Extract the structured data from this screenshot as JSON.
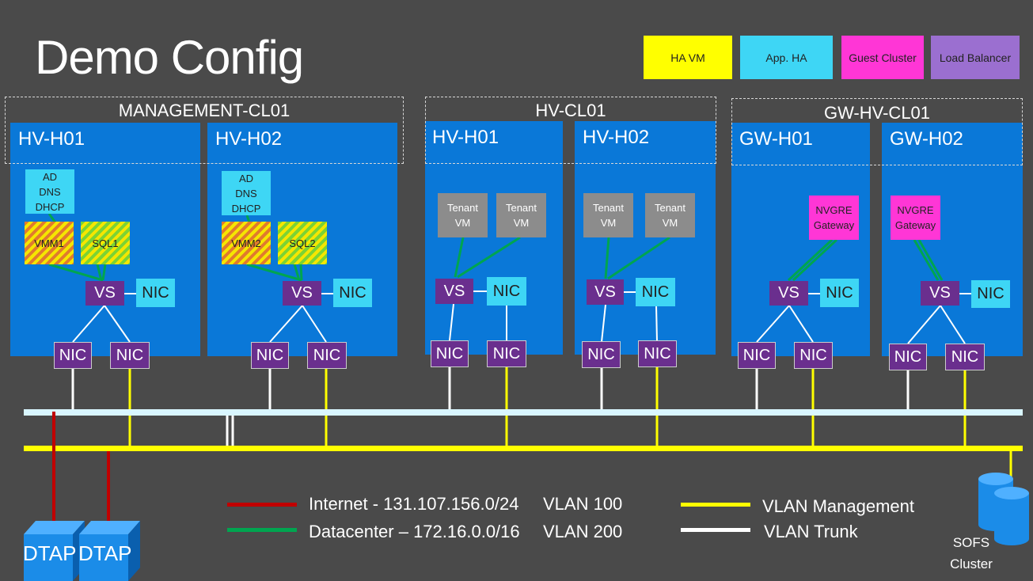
{
  "title": "Demo Config",
  "legend_boxes": [
    {
      "label": "HA VM",
      "color": "#ffff00"
    },
    {
      "label": "App. HA",
      "color": "#3ed6f5"
    },
    {
      "label": "Guest Cluster",
      "color": "#ff36d6"
    },
    {
      "label": "Load Balancer",
      "color": "#9b6fd0"
    }
  ],
  "clusters": [
    {
      "label": "MANAGEMENT-CL01"
    },
    {
      "label": "HV-CL01"
    },
    {
      "label": "GW-HV-CL01"
    }
  ],
  "hosts": [
    "HV-H01",
    "HV-H02",
    "HV-H01",
    "HV-H02",
    "GW-H01",
    "GW-H02"
  ],
  "services": {
    "ad_dns_dhcp": [
      "AD",
      "DNS",
      "DHCP"
    ],
    "vmm1": "VMM1",
    "sql1": "SQL1",
    "vmm2": "VMM2",
    "sql2": "SQL2",
    "tenant_vm": [
      "Tenant",
      "VM"
    ],
    "nvgre": [
      "NVGRE",
      "Gateway"
    ]
  },
  "vs_label": "VS",
  "nic_label": "NIC",
  "network_legend": [
    {
      "label": "Internet - 131.107.156.0/24",
      "vlan": "VLAN 100",
      "color": "#c00000"
    },
    {
      "label": "Datacenter – 172.16.0.0/16",
      "vlan": "VLAN 200",
      "color": "#00a550"
    },
    {
      "label": "VLAN Management",
      "color": "#ffff00"
    },
    {
      "label": "VLAN Trunk",
      "color": "#ffffff"
    }
  ],
  "dtap": [
    "DTAP",
    "DTAP"
  ],
  "sofs": [
    "SOFS",
    "Cluster"
  ]
}
